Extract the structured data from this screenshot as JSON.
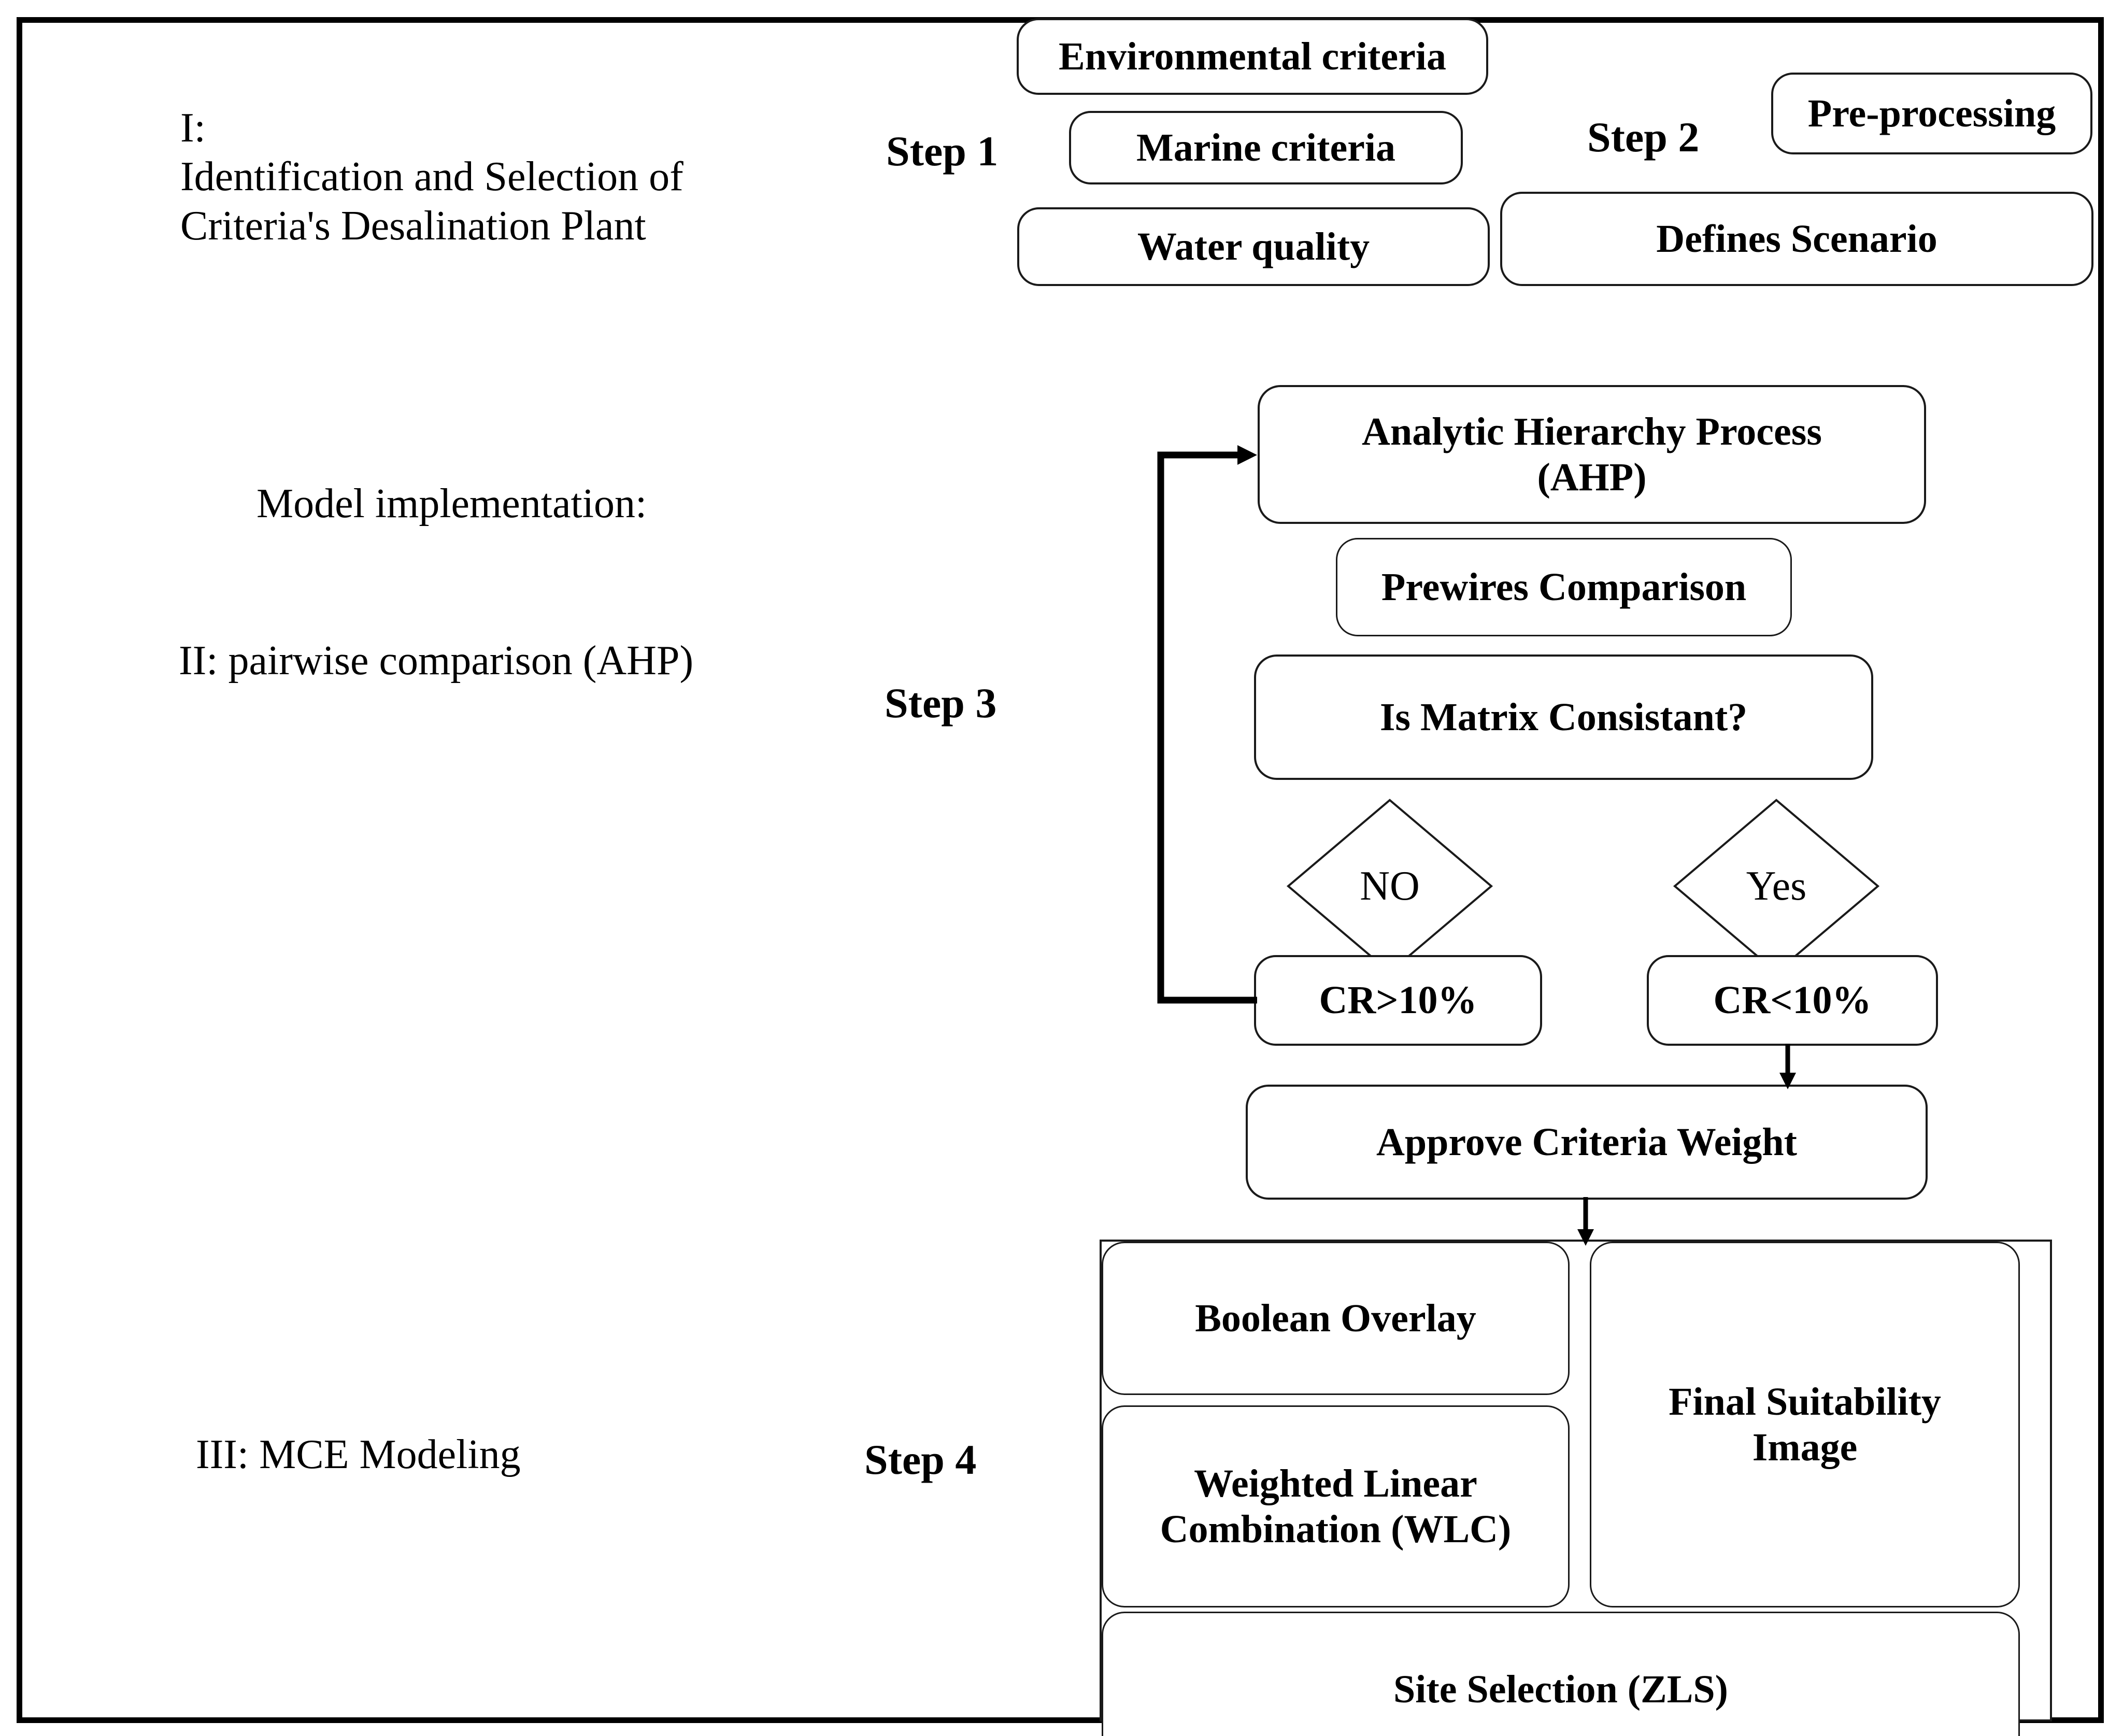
{
  "figure": {
    "title_phases": [
      {
        "id": "phase-1",
        "roman": "I:",
        "text": "I:\nIdentification and Selection of\nCriteria's Desalination Plant"
      },
      {
        "id": "model-implementation",
        "text": "Model implementation:"
      },
      {
        "id": "phase-2",
        "text": "II: pairwise comparison (AHP)"
      },
      {
        "id": "phase-3",
        "text": "III: MCE Modeling"
      }
    ],
    "steps": [
      {
        "id": "step-1",
        "label": "Step 1"
      },
      {
        "id": "step-2",
        "label": "Step 2"
      },
      {
        "id": "step-3",
        "label": "Step 3"
      },
      {
        "id": "step-4",
        "label": "Step 4"
      }
    ],
    "boxes": {
      "environmental_criteria": "Environmental criteria",
      "marine_criteria": "Marine criteria",
      "water_quality": "Water quality",
      "pre_processing": "Pre-processing",
      "defines_scenario": "Defines Scenario",
      "ahp": "Analytic Hierarchy Process\n(AHP)",
      "prewires_comparison": "Prewires Comparison",
      "is_matrix_consistant": "Is Matrix Consistant?",
      "cr_greater": "CR>10%",
      "cr_less": "CR<10%",
      "approve_criteria_weight": "Approve Criteria Weight",
      "boolean_overlay": "Boolean Overlay",
      "weighted_linear_combination": "Weighted Linear\nCombination (WLC)",
      "final_suitability_image": "Final Suitability\nImage",
      "site_selection": "Site Selection (ZLS)"
    },
    "decisions": {
      "no": "NO",
      "yes": "Yes"
    },
    "colors": {
      "stroke": "#1a1a1a",
      "frame": "#000000",
      "background": "#ffffff",
      "text": "#000000"
    }
  }
}
